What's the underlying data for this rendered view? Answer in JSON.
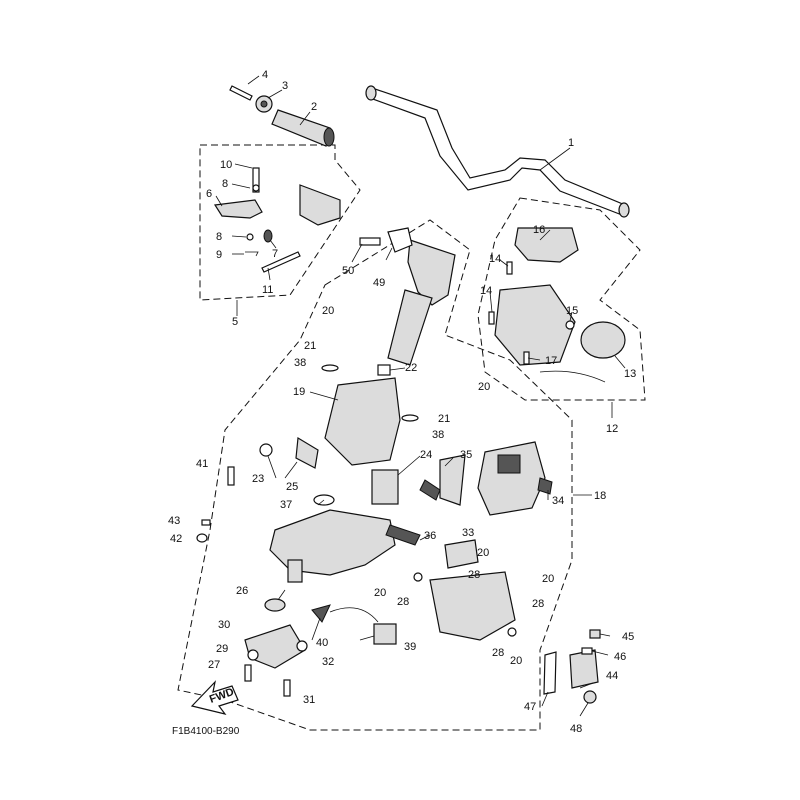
{
  "diagram": {
    "code": "F1B4100-B290",
    "fwd_label": "FWD",
    "callouts": [
      "1",
      "2",
      "3",
      "4",
      "5",
      "6",
      "7",
      "8",
      "8",
      "9",
      "10",
      "11",
      "12",
      "13",
      "14",
      "14",
      "15",
      "16",
      "17",
      "18",
      "19",
      "20",
      "20",
      "20",
      "20",
      "20",
      "20",
      "21",
      "21",
      "22",
      "23",
      "24",
      "25",
      "26",
      "27",
      "28",
      "28",
      "28",
      "28",
      "29",
      "30",
      "31",
      "32",
      "33",
      "34",
      "35",
      "36",
      "37",
      "38",
      "38",
      "39",
      "40",
      "41",
      "42",
      "43",
      "44",
      "45",
      "46",
      "47",
      "48",
      "49",
      "50"
    ]
  }
}
